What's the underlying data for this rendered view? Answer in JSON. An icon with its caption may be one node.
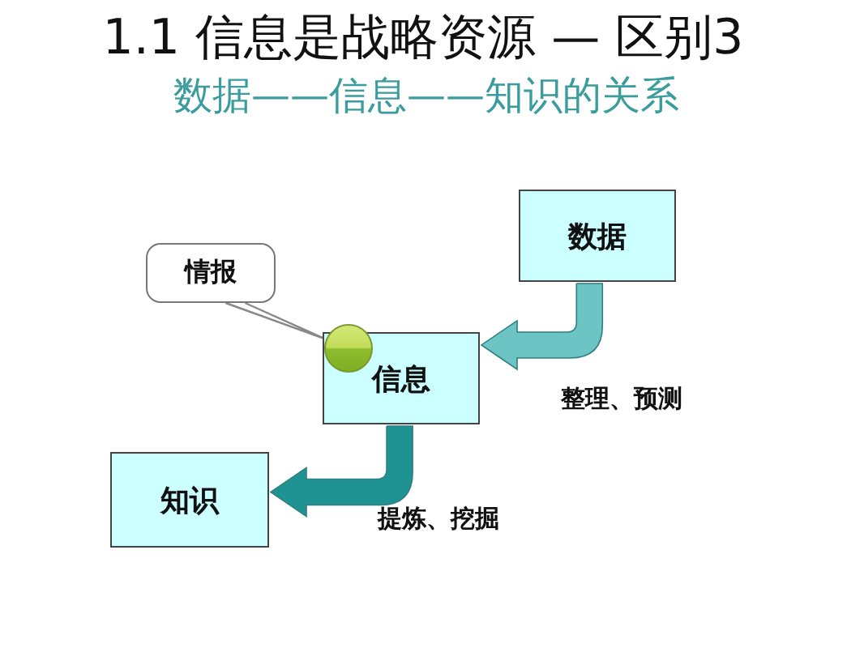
{
  "diagram": {
    "title": "1.1 信息是战略资源 — 区别3",
    "nodes": [
      {
        "text": [
          "数据"
        ]
      },
      {
        "text": [
          "信息"
        ]
      },
      {
        "text": [
          "知识"
        ]
      },
      {
        "text": [
          "情报"
        ]
      },
      {
        "text": [],
        "shape": "circle"
      }
    ],
    "edges": [
      {
        "from": 0,
        "to": 1,
        "arrow": "to",
        "label": "整理、预测",
        "style": "thick",
        "color": "#6cc4c4"
      },
      {
        "from": 1,
        "to": 2,
        "arrow": "to",
        "label": "提炼、挖掘",
        "style": "thick",
        "color": "#1f9393"
      },
      {
        "from": 3,
        "to": 4,
        "arrow": "none"
      }
    ],
    "labels": [
      "数据——信息——知识的关系"
    ]
  }
}
